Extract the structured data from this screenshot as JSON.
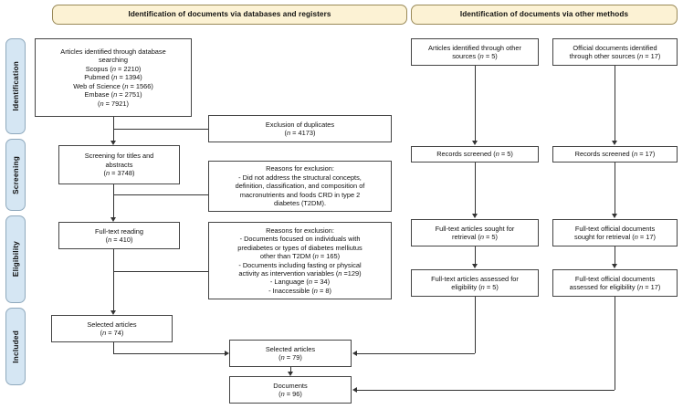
{
  "diagram": {
    "type": "PRISMA flow diagram",
    "banners": [
      {
        "id": "databases-registers",
        "label": "Identification of documents via databases and registers"
      },
      {
        "id": "other-methods",
        "label": "Identification of documents via other methods"
      }
    ],
    "stages": [
      {
        "id": "identification",
        "label": "Identification"
      },
      {
        "id": "screening",
        "label": "Screening"
      },
      {
        "id": "eligibility",
        "label": "Eligibility"
      },
      {
        "id": "included",
        "label": "Included"
      }
    ],
    "boxes": {
      "records_identified_databases": "Articles identified through database\nsearching\nScopus (n = 2210)\nPubmed (n = 1394)\nWeb of Science (n = 1566)\nEmbase (n = 2751)\n(n = 7921)",
      "exclusion_duplicates": "Exclusion of duplicates\n(n = 4173)",
      "screening_titles_abstracts": "Screening for titles and\nabstracts\n(n = 3748)",
      "reasons_exclusion_screening": "Reasons for exclusion:\n- Did not address the structural concepts,\ndefinition, classification, and composition of\nmacronutrients and foods CRD in type 2\ndiabetes (T2DM).",
      "full_text_reading": "Full-text reading\n(n = 410)",
      "reasons_exclusion_eligibility": "Reasons for exclusion:\n- Documents focused on individuals with\nprediabetes or types of diabetes melliutus\nother than T2DM (n = 165)\n-  Documents including fasting or physical\nactivity as intervention variables (n =129)\n- Language (n = 34)\n- Inaccessible (n = 8)",
      "selected_articles_left": "Selected articles\n(n = 74)",
      "articles_other_sources": "Articles identified through other\nsources (n = 5)",
      "official_documents_other_sources": "Official documents identified\nthrough other sources (n = 17)",
      "records_screened_articles": "Records screened (n = 5)",
      "records_screened_official": "Records screened (n = 17)",
      "fulltext_sought_articles": "Full-text articles sought for\nretrieval (n = 5)",
      "fulltext_sought_official": "Full-text official documents\nsought for retrieval (n = 17)",
      "fulltext_assessed_articles": "Full-text articles assessed for\neligibility (n = 5)",
      "fulltext_assessed_official": "Full-text official documents\nassessed for eligibility (n = 17)",
      "selected_articles_total": "Selected articles\n(n = 79)",
      "documents_total": "Documents\n(n = 96)"
    },
    "colors": {
      "banner_fill": "#fcf2d4",
      "banner_border": "#9a8a58",
      "stage_fill": "#d5e6f3",
      "stage_border": "#8fa9bd",
      "box_border": "#444444",
      "connector": "#333333",
      "background": "#ffffff"
    }
  }
}
